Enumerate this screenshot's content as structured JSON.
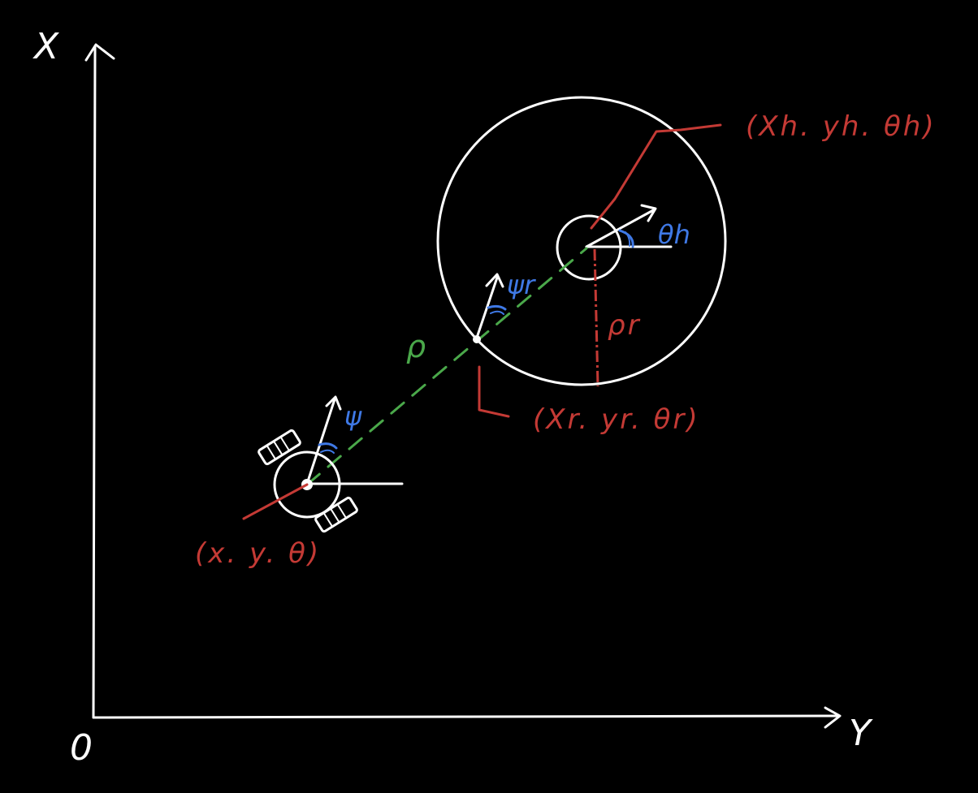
{
  "diagram": {
    "axes": {
      "vertical_label": "X",
      "horizontal_label": "Y",
      "origin_label": "0"
    },
    "labels": {
      "human_pose": "(Xh. yh. θh)",
      "human_heading": "θh",
      "robot_pose": "(x. y. θ)",
      "robot_heading": "ψ",
      "reference_pose": "(Xr. yr. θr)",
      "reference_heading": "ψr",
      "distance": "ρ",
      "radius": "ρr"
    },
    "colors": {
      "background": "#000000",
      "stroke": "#ffffff",
      "pose_labels": "#c43a35",
      "angle_labels": "#3f79e6",
      "distance_line": "#4aa84a"
    }
  }
}
